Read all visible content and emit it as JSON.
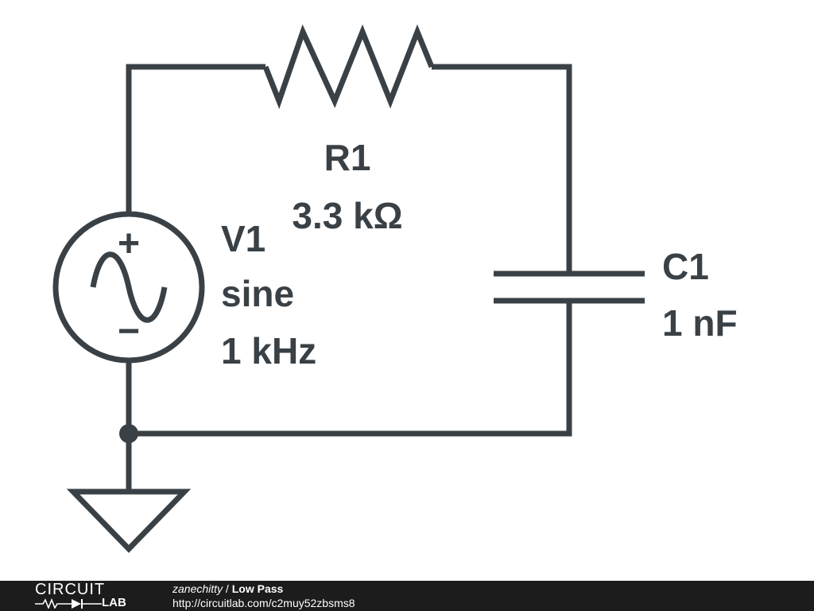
{
  "schematic": {
    "resistor": {
      "ref": "R1",
      "value": "3.3 kΩ"
    },
    "source": {
      "ref": "V1",
      "type": "sine",
      "frequency": "1 kHz",
      "plus_sign": "+",
      "minus_sign": "−"
    },
    "capacitor": {
      "ref": "C1",
      "value": "1 nF"
    },
    "colors": {
      "stroke": "#3a4146",
      "footer_bg": "#1c1c1c"
    },
    "icons": [
      "sine-source-icon",
      "ground-icon",
      "node-dot-icon",
      "zigzag-resistor-icon",
      "capacitor-plates-icon"
    ]
  },
  "footer": {
    "logo_top": "CIRCUIT",
    "logo_bottom": "LAB",
    "author": "zanechitty",
    "separator": " / ",
    "title": "Low Pass",
    "url": "http://circuitlab.com/c2muy52zbsms8"
  }
}
